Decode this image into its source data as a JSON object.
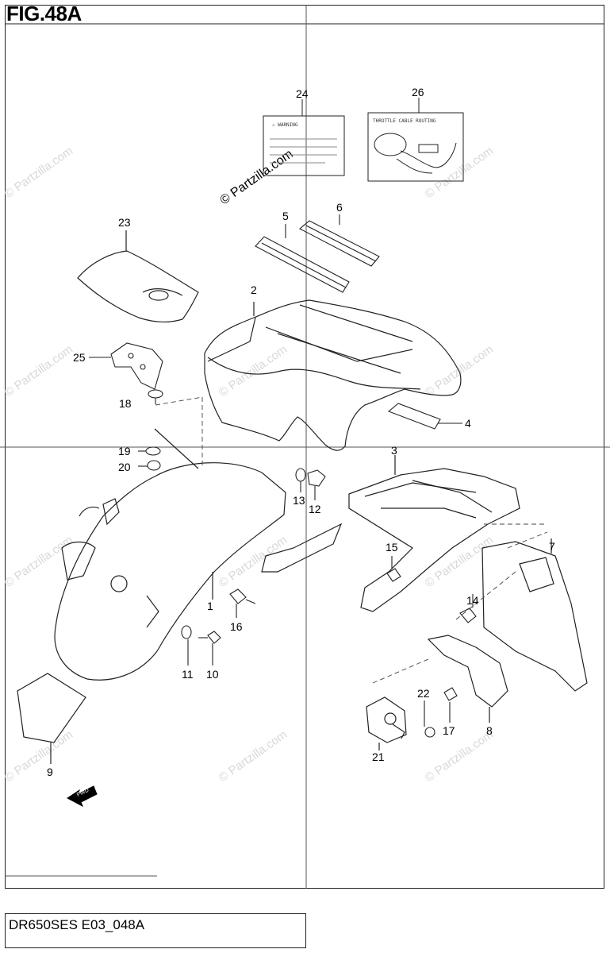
{
  "figure": {
    "title": "FIG.48A",
    "code": "DR650SES E03_048A"
  },
  "watermark": {
    "text": "© Partzilla.com"
  },
  "labels": {
    "warning_text": "⚠ WARNING",
    "routing_text": "THROTTLE CABLE ROUTING"
  },
  "callouts": [
    {
      "id": "1",
      "text": "1"
    },
    {
      "id": "2",
      "text": "2"
    },
    {
      "id": "3",
      "text": "3"
    },
    {
      "id": "4",
      "text": "4"
    },
    {
      "id": "5",
      "text": "5"
    },
    {
      "id": "6",
      "text": "6"
    },
    {
      "id": "7",
      "text": "7"
    },
    {
      "id": "8",
      "text": "8"
    },
    {
      "id": "9",
      "text": "9"
    },
    {
      "id": "10",
      "text": "10"
    },
    {
      "id": "11",
      "text": "11"
    },
    {
      "id": "12",
      "text": "12"
    },
    {
      "id": "13",
      "text": "13"
    },
    {
      "id": "14",
      "text": "14"
    },
    {
      "id": "15",
      "text": "15"
    },
    {
      "id": "16",
      "text": "16"
    },
    {
      "id": "17",
      "text": "17"
    },
    {
      "id": "18",
      "text": "18"
    },
    {
      "id": "19",
      "text": "19"
    },
    {
      "id": "20",
      "text": "20"
    },
    {
      "id": "21",
      "text": "21"
    },
    {
      "id": "22",
      "text": "22"
    },
    {
      "id": "23",
      "text": "23"
    },
    {
      "id": "24",
      "text": "24"
    },
    {
      "id": "25",
      "text": "25"
    },
    {
      "id": "26",
      "text": "26"
    }
  ],
  "fwd_arrow": {
    "text": "FWD"
  }
}
